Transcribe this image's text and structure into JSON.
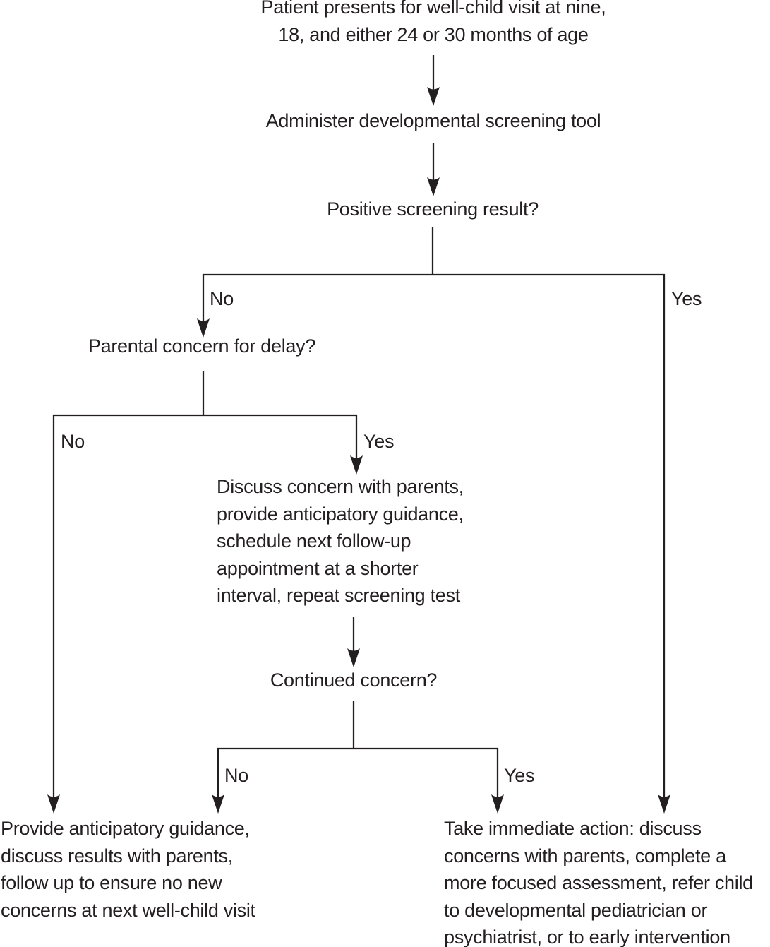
{
  "colors": {
    "ink": "#231f20",
    "background": "#ffffff"
  },
  "diagram": {
    "type": "flowchart",
    "nodes": {
      "start": {
        "text": "Patient presents for well-child visit at nine,\n18, and either 24 or 30 months of age"
      },
      "administer": {
        "text": "Administer developmental screening tool"
      },
      "positive_screening": {
        "text": "Positive screening result?"
      },
      "parental_concern": {
        "text": "Parental concern for delay?"
      },
      "discuss_concern": {
        "text": "Discuss concern with parents,\nprovide anticipatory guidance,\nschedule next follow-up\nappointment at a shorter\ninterval, repeat screening test"
      },
      "continued_concern": {
        "text": "Continued concern?"
      },
      "provide_guidance": {
        "text": "Provide anticipatory guidance,\ndiscuss results with parents,\nfollow up to ensure no new\nconcerns at next well-child visit"
      },
      "take_action": {
        "text": "Take immediate action: discuss\nconcerns with parents, complete a\nmore focused assessment, refer child\nto developmental pediatrician or\npsychiatrist, or to early intervention"
      }
    },
    "branch_labels": {
      "positive_no": "No",
      "positive_yes": "Yes",
      "parental_no": "No",
      "parental_yes": "Yes",
      "continued_no": "No",
      "continued_yes": "Yes"
    },
    "edges": [
      {
        "from": "start",
        "to": "administer"
      },
      {
        "from": "administer",
        "to": "positive_screening"
      },
      {
        "from": "positive_screening",
        "label": "No",
        "to": "parental_concern"
      },
      {
        "from": "positive_screening",
        "label": "Yes",
        "to": "take_action"
      },
      {
        "from": "parental_concern",
        "label": "No",
        "to": "provide_guidance"
      },
      {
        "from": "parental_concern",
        "label": "Yes",
        "to": "discuss_concern"
      },
      {
        "from": "discuss_concern",
        "to": "continued_concern"
      },
      {
        "from": "continued_concern",
        "label": "No",
        "to": "provide_guidance"
      },
      {
        "from": "continued_concern",
        "label": "Yes",
        "to": "take_action"
      }
    ]
  }
}
